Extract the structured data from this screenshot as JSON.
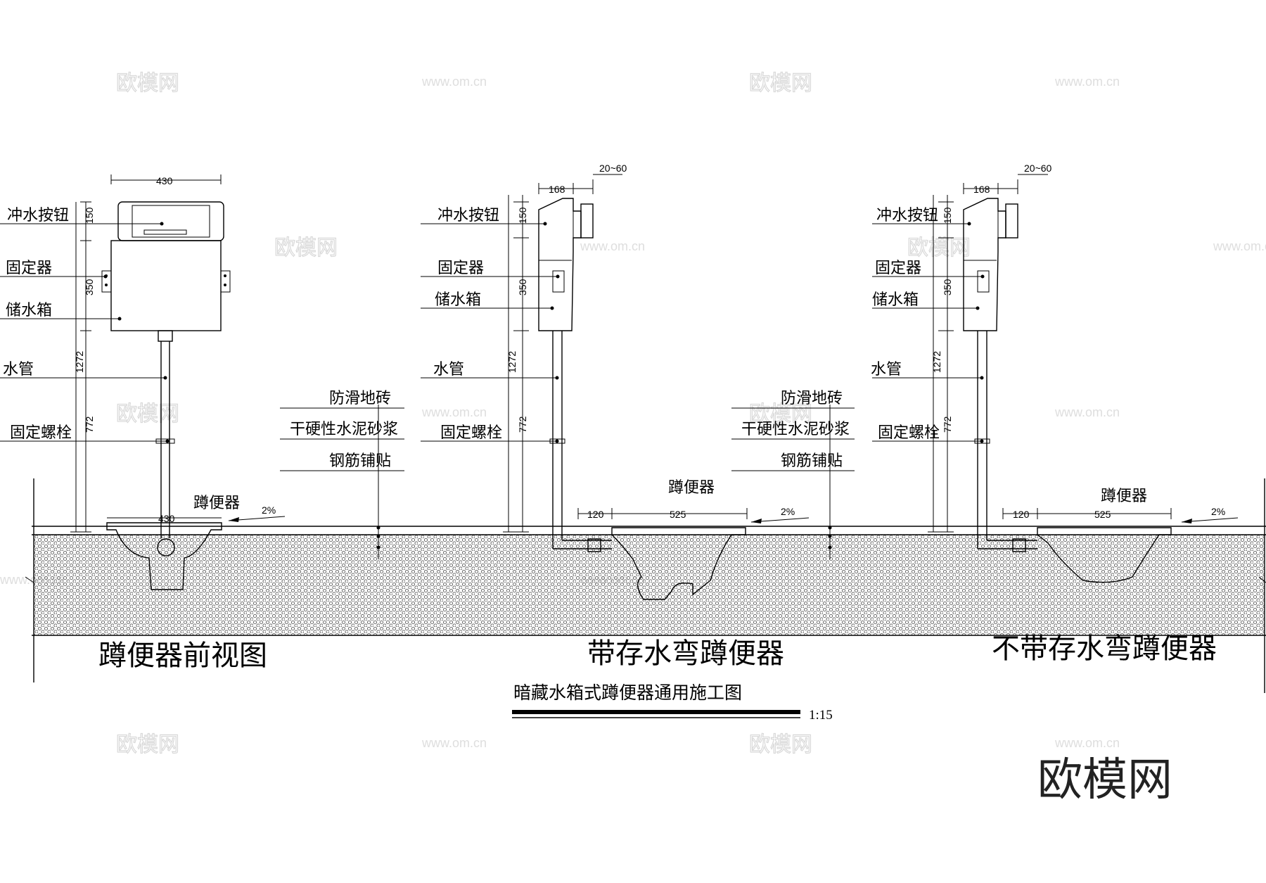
{
  "watermark": {
    "cn": "欧模网",
    "url": "www.om.cn"
  },
  "brand": "欧模网",
  "views": {
    "front": {
      "title": "蹲便器前视图",
      "labels": {
        "button": "冲水按钮",
        "fixer": "固定器",
        "tank": "储水箱",
        "pipe": "水管",
        "bolt": "固定螺栓",
        "squat": "蹲便器"
      },
      "dims": {
        "top_width": "430",
        "bottom_width": "430",
        "h150": "150",
        "h350": "350",
        "h1272": "1272",
        "h772": "772"
      },
      "slope": "2%"
    },
    "trap": {
      "title": "带存水弯蹲便器",
      "labels": {
        "button": "冲水按钮",
        "fixer": "固定器",
        "tank": "储水箱",
        "pipe": "水管",
        "bolt": "固定螺栓",
        "squat": "蹲便器"
      },
      "dims": {
        "top168": "168",
        "gap": "20~60",
        "h150": "150",
        "h350": "350",
        "h1272": "1272",
        "h772": "772",
        "d120": "120",
        "d525": "525"
      },
      "slope": "2%"
    },
    "notrap": {
      "title": "不带存水弯蹲便器",
      "labels": {
        "button": "冲水按钮",
        "fixer": "固定器",
        "tank": "储水箱",
        "pipe": "水管",
        "bolt": "固定螺栓",
        "squat": "蹲便器"
      },
      "dims": {
        "top168": "168",
        "gap": "20~60",
        "h150": "150",
        "h350": "350",
        "h1272": "1272",
        "h772": "772",
        "d120": "120",
        "d525": "525"
      },
      "slope": "2%"
    }
  },
  "floor_layers": {
    "left": {
      "tile": "防滑地砖",
      "mortar": "干硬性水泥砂浆",
      "rebar": "钢筋铺贴"
    },
    "right": {
      "tile": "防滑地砖",
      "mortar": "干硬性水泥砂浆",
      "rebar": "钢筋铺贴"
    }
  },
  "drawing_title": "暗藏水箱式蹲便器通用施工图",
  "scale": "1:15"
}
